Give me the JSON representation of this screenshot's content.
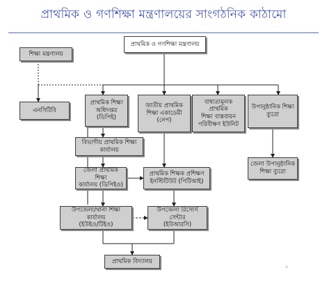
{
  "title": "প্রাথমিক ও গণশিক্ষা মন্ত্রণালয়ের সাংগঠনিক কাঠামো",
  "page_number": "৫",
  "nodes": {
    "ministry": "প্রাথমিক ও গণশিক্ষা মন্ত্রণালয়",
    "education_ministry": "শিক্ষা মন্ত্রণালয়",
    "nctb": "এনসিটিবি",
    "dpe": "প্রাথমিক শিক্ষা\nঅধিদপ্তর (ডিপিই)",
    "nape": "জাতীয় প্রাথমিক\nশিক্ষা একাডেমী\n(নেপ)",
    "compulsory_unit": "বাধ্যতামূলক প্রাথমিক\nশিক্ষা বাস্তবায়ন\nপরিবীক্ষণ ইউনিট",
    "nfe_bureau": "উপানুষ্ঠানিক শিক্ষা\nব্যুরো",
    "divisional_office": "বিভাগীয় প্রাথমিক শিক্ষা\nকার্যালয়",
    "district_office": "জেলা প্রাথমিক শিক্ষা\nকার্যালয় (ডিপিইও)",
    "ptiinstitute": "প্রাথমিক শিক্ষক প্রশিক্ষণ\nইনস্টিটিউট (পিটিআই)",
    "district_nfe": "জেলা উপানুষ্ঠানিক\nশিক্ষা ব্যুরো",
    "upazila_office": "উপজেলা/থানা শিক্ষা কার্যালয়\n(ইউইও/টিইও)",
    "urc": "উপজেলা রিসোর্স সেন্টার\n(ইউআরসি)",
    "primary_school": "প্রাথমিক বিদ্যালয়"
  }
}
